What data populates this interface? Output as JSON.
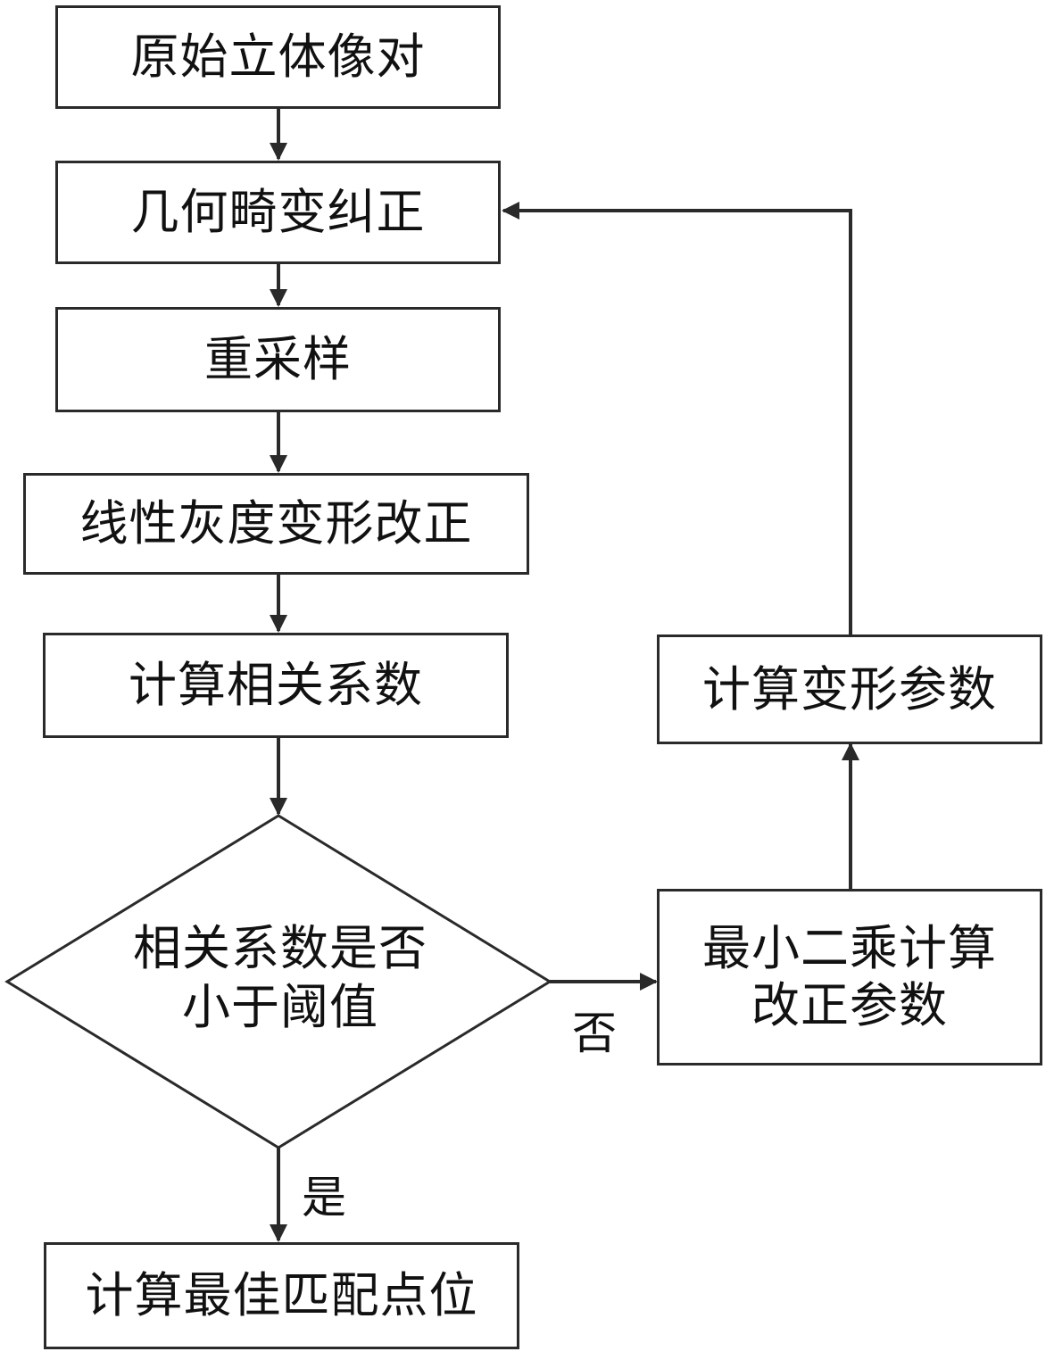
{
  "nodes": {
    "original_pair": "原始立体像对",
    "geometric_correction": "几何畸变纠正",
    "resampling": "重采样",
    "linear_gray_correction": "线性灰度变形改正",
    "compute_correlation": "计算相关系数",
    "decision": "相关系数是否\n小于阈值",
    "least_squares": "最小二乘计算\n改正参数",
    "compute_deformation": "计算变形参数",
    "best_match": "计算最佳匹配点位"
  },
  "edge_labels": {
    "no": "否",
    "yes": "是"
  },
  "colors": {
    "stroke": "#2a2a2a",
    "text": "#111111",
    "background": "#ffffff"
  }
}
